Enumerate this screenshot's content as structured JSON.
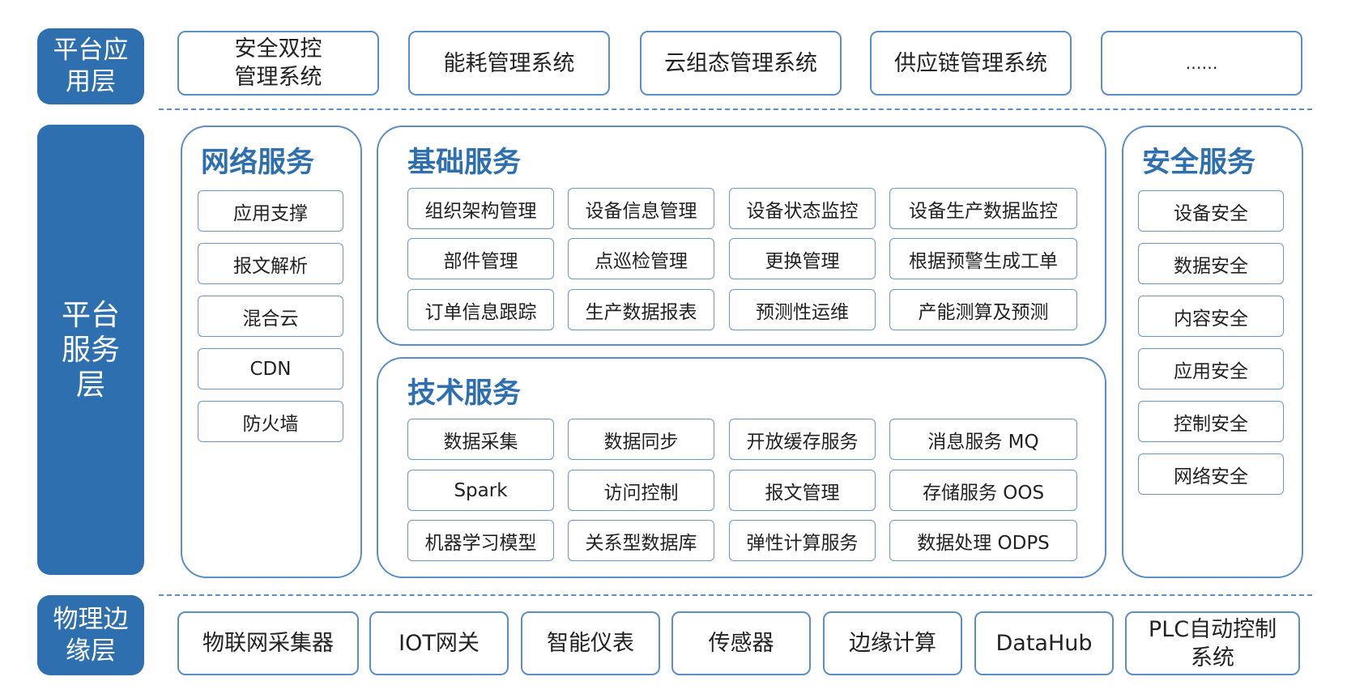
{
  "layers": {
    "application": [
      "平台应",
      "用层"
    ],
    "platform_service": [
      "平台",
      "服务",
      "层"
    ],
    "physical_edge": [
      "物理边",
      "缘层"
    ]
  },
  "application_systems": [
    [
      "安全双控",
      "管理系统"
    ],
    [
      "能耗管理系统"
    ],
    [
      "云组态管理系统"
    ],
    [
      "供应链管理系统"
    ],
    [
      "……"
    ]
  ],
  "network_services": {
    "title": "网络服务",
    "items": [
      "应用支撑",
      "报文解析",
      "混合云",
      "CDN",
      "防火墙"
    ]
  },
  "basic_services": {
    "title": "基础服务",
    "items": [
      "组织架构管理",
      "设备信息管理",
      "设备状态监控",
      "设备生产数据监控",
      "部件管理",
      "点巡检管理",
      "更换管理",
      "根据预警生成工单",
      "订单信息跟踪",
      "生产数据报表",
      "预测性运维",
      "产能测算及预测"
    ]
  },
  "tech_services": {
    "title": "技术服务",
    "items": [
      "数据采集",
      "数据同步",
      "开放缓存服务",
      "消息服务 MQ",
      "Spark",
      "访问控制",
      "报文管理",
      "存储服务 OOS",
      "机器学习模型",
      "关系型数据库",
      "弹性计算服务",
      "数据处理 ODPS"
    ]
  },
  "security_services": {
    "title": "安全服务",
    "items": [
      "设备安全",
      "数据安全",
      "内容安全",
      "应用安全",
      "控制安全",
      "网络安全"
    ]
  },
  "physical_devices": [
    [
      "物联网采集器"
    ],
    [
      "IOT网关"
    ],
    [
      "智能仪表"
    ],
    [
      "传感器"
    ],
    [
      "边缘计算"
    ],
    [
      "DataHub"
    ],
    [
      "PLC自动控制",
      "系统"
    ]
  ],
  "colors": {
    "accent": "#2e6faf",
    "border": "#5a8ec8"
  }
}
